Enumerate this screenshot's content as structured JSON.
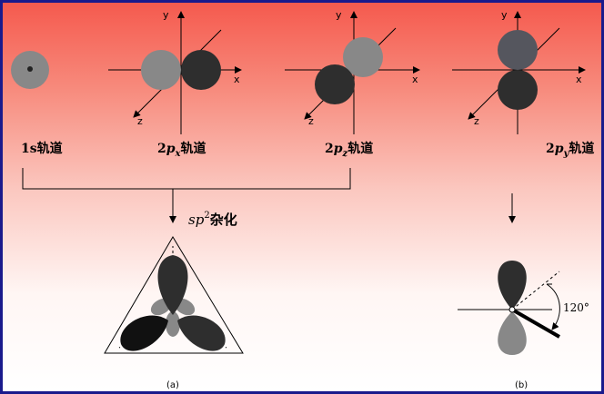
{
  "orbitals": {
    "s1": {
      "label": "1s轨道"
    },
    "px": {
      "label_pre": "2",
      "label_p": "p",
      "label_sub": "x",
      "label_post": "轨道"
    },
    "pz": {
      "label_pre": "2",
      "label_p": "p",
      "label_sub": "z",
      "label_post": "轨道"
    },
    "py": {
      "label_pre": "2",
      "label_p": "p",
      "label_sub": "y",
      "label_post": "轨道"
    }
  },
  "axes": {
    "x": "x",
    "y": "y",
    "z": "z"
  },
  "hybrid": {
    "sp": "sp",
    "sup": "2",
    "text": "杂化"
  },
  "angle_label": "120°",
  "panel_labels": {
    "a": "(a)",
    "b": "(b)"
  },
  "colors": {
    "border": "#1a1a8c",
    "dark_lobe": "#2e2e2e",
    "light_lobe": "#888888",
    "slate_lobe": "#55565e"
  }
}
